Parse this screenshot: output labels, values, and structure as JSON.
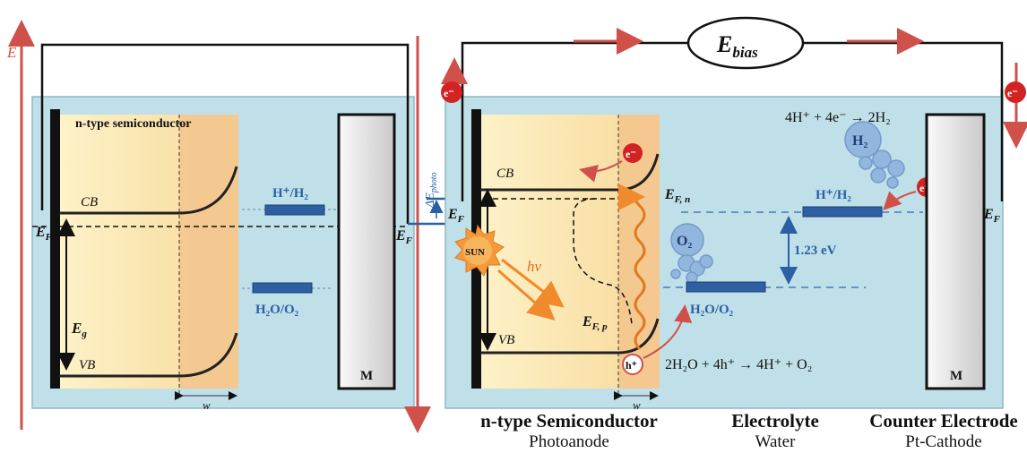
{
  "left": {
    "axis_label": "E",
    "sc_label": "n-type semiconductor",
    "cb": "CB",
    "vb": "VB",
    "ef": "E",
    "ef_sub": "F",
    "eg": "E",
    "eg_sub": "g",
    "w": "w",
    "redox_h2": "H⁺/H₂",
    "redox_o2": "H₂O/O₂",
    "metal": "M",
    "ef_right": "E",
    "ef_right_sub": "F"
  },
  "middle": {
    "delta": "ΔE",
    "delta_sub": "photo"
  },
  "right": {
    "ebias": "E",
    "ebias_sub": "bias",
    "cb": "CB",
    "vb": "VB",
    "ef": "E",
    "ef_sub": "F",
    "efn": "E",
    "efn_sub": "F, n",
    "efp": "E",
    "efp_sub": "F, p",
    "sun": "SUN",
    "hv": "hν",
    "electron": "e⁻",
    "hole": "h⁺",
    "o2": "O₂",
    "h2": "H₂",
    "redox_h2": "H⁺/H₂",
    "redox_o2": "H₂O/O₂",
    "gap": "1.23 eV",
    "eq_top": "4H⁺ + 4e⁻ → 2H₂",
    "eq_bottom": "2H₂O + 4h⁺ → 4H⁺ + O₂",
    "metal": "M",
    "ef_cathode": "E",
    "ef_cathode_sub": "F",
    "w": "w"
  },
  "captions": [
    {
      "heading": "n-type Semiconductor",
      "sub": "Photoanode"
    },
    {
      "heading": "Electrolyte",
      "sub": "Water"
    },
    {
      "heading": "Counter Electrode",
      "sub": "Pt-Cathode"
    }
  ],
  "colors": {
    "electrolyte": "#bfe0e8",
    "semiconductor_light": "#fbe7b0",
    "depletion": "#f3c78f",
    "level_bar": "#2e5fa3",
    "arrow_red": "#d0504a",
    "electron_red": "#d32222",
    "hv_orange": "#f08a2a"
  }
}
